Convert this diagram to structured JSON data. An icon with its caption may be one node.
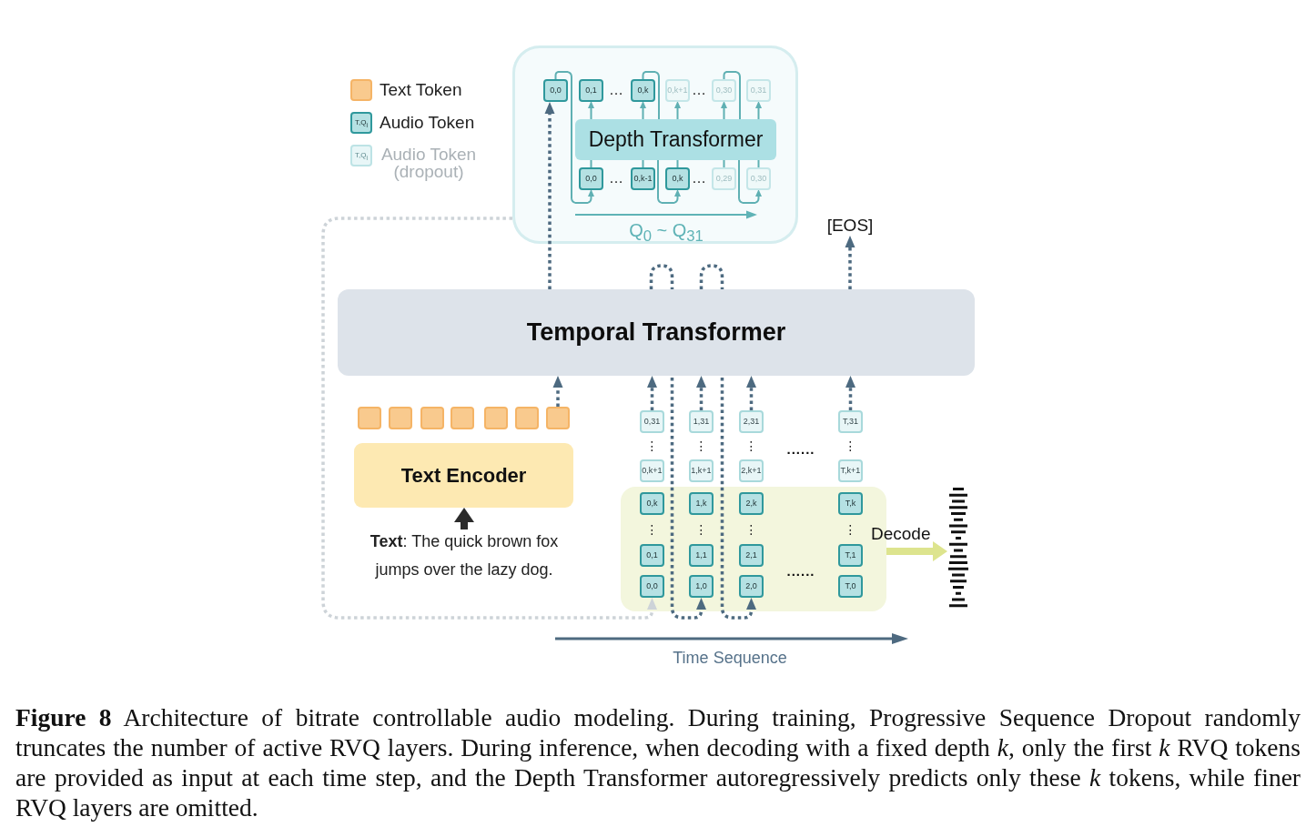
{
  "diagram": {
    "caption": "**Figure 8** Architecture of bitrate controllable audio modeling. During training, Progressive Sequence Dropout randomly truncates the number of active RVQ layers. During inference, when decoding with a fixed depth *k*, only the first *k* RVQ tokens are provided as input at each time step, and the Depth Transformer autoregressively predicts only these *k* tokens, while finer RVQ layers are omitted.",
    "nodes": [
      {
        "text": [],
        "shape": "box"
      },
      {
        "text": [
          "0,0"
        ],
        "in": 0
      },
      {
        "text": [
          "0,1"
        ],
        "in": 0
      },
      {
        "text": [
          "0,k"
        ],
        "in": 0
      },
      {
        "text": [
          "0,k+1"
        ],
        "in": 0
      },
      {
        "text": [
          "0,30"
        ],
        "in": 0
      },
      {
        "text": [
          "0,31"
        ],
        "in": 0
      },
      {
        "text": [
          "Depth Transformer"
        ],
        "in": 0
      },
      {
        "text": [
          "0,0"
        ],
        "in": 0
      },
      {
        "text": [
          "0,k-1"
        ],
        "in": 0
      },
      {
        "text": [
          "0,k"
        ],
        "in": 0
      },
      {
        "text": [
          "0,29"
        ],
        "in": 0
      },
      {
        "text": [
          "0,30"
        ],
        "in": 0
      },
      {
        "text": [
          "[EOS]"
        ]
      },
      {
        "text": [
          "Temporal Transformer"
        ]
      },
      {
        "text": [],
        "shape": "box"
      },
      {
        "text": [],
        "shape": "box"
      },
      {
        "text": [],
        "shape": "box"
      },
      {
        "text": [],
        "shape": "box"
      },
      {
        "text": [],
        "shape": "box"
      },
      {
        "text": [],
        "shape": "box"
      },
      {
        "text": [],
        "shape": "box"
      },
      {
        "text": [
          "0,31"
        ]
      },
      {
        "text": [
          "1,31"
        ]
      },
      {
        "text": [
          "2,31"
        ]
      },
      {
        "text": [
          "T,31"
        ]
      },
      {
        "text": [
          "0,k+1"
        ]
      },
      {
        "text": [
          "1,k+1"
        ]
      },
      {
        "text": [
          "2,k+1"
        ]
      },
      {
        "text": [
          "T,k+1"
        ]
      },
      {
        "text": [
          "Text Encoder"
        ]
      },
      {
        "text": [],
        "shape": "box"
      },
      {
        "text": [
          "0,k"
        ],
        "in": 31
      },
      {
        "text": [
          "1,k"
        ],
        "in": 31
      },
      {
        "text": [
          "2,k"
        ],
        "in": 31
      },
      {
        "text": [
          "T,k"
        ],
        "in": 31
      },
      {
        "text": [
          "0,1"
        ],
        "in": 31
      },
      {
        "text": [
          "1,1"
        ],
        "in": 31
      },
      {
        "text": [
          "2,1"
        ],
        "in": 31
      },
      {
        "text": [
          "T,1"
        ],
        "in": 31
      },
      {
        "text": [
          "0,0"
        ],
        "in": 31
      },
      {
        "text": [
          "1,0"
        ],
        "in": 31
      },
      {
        "text": [
          "2,0"
        ],
        "in": 31
      },
      {
        "text": [
          "T,0"
        ],
        "in": 31
      },
      {
        "text": [
          "**Text**: The quick brown fox jumps over the lazy dog."
        ]
      },
      {
        "text": [],
        "shape": "picture"
      }
    ],
    "edges": [
      {
        "from": 14,
        "to": 1,
        "arrow": "to",
        "style": "dashed"
      },
      {
        "from": 8,
        "to": 7,
        "arrow": "none",
        "color": "#5fb0b3"
      },
      {
        "from": 7,
        "to": 2,
        "arrow": "to",
        "color": "#5fb0b3"
      },
      {
        "from": 9,
        "to": 7,
        "arrow": "none",
        "color": "#5fb0b3"
      },
      {
        "from": 7,
        "to": 3,
        "arrow": "to",
        "color": "#5fb0b3"
      },
      {
        "from": 10,
        "to": 7,
        "arrow": "none",
        "color": "#5fb0b3"
      },
      {
        "from": 7,
        "to": 4,
        "arrow": "to",
        "color": "#5fb0b3"
      },
      {
        "from": 11,
        "to": 7,
        "arrow": "none",
        "color": "#5fb0b3"
      },
      {
        "from": 7,
        "to": 5,
        "arrow": "to",
        "color": "#5fb0b3"
      },
      {
        "from": 12,
        "to": 7,
        "arrow": "none",
        "color": "#5fb0b3"
      },
      {
        "from": 7,
        "to": 6,
        "arrow": "to",
        "color": "#5fb0b3"
      },
      {
        "from": 1,
        "to": 8,
        "arrow": "to",
        "color": "#5fb0b3"
      },
      {
        "from": 3,
        "to": 7,
        "arrow": "none",
        "color": "#5fb0b3"
      },
      {
        "from": 7,
        "to": 10,
        "arrow": "to",
        "color": "#5fb0b3"
      },
      {
        "from": 5,
        "to": 7,
        "arrow": "none",
        "color": "#5fb0b3"
      },
      {
        "from": 7,
        "to": 12,
        "arrow": "to",
        "color": "#5fb0b3"
      },
      {
        "from": 0,
        "to": 40,
        "arrow": "to",
        "style": "dashed",
        "color": "#cdd3d8"
      },
      {
        "from": 14,
        "to": 41,
        "arrow": "to",
        "style": "dashed"
      },
      {
        "from": 14,
        "to": 42,
        "arrow": "to",
        "style": "dashed"
      },
      {
        "from": 14,
        "to": 13,
        "arrow": "to",
        "style": "dashed"
      },
      {
        "from": 22,
        "to": 14,
        "arrow": "to",
        "style": "dashed"
      },
      {
        "from": 23,
        "to": 14,
        "arrow": "to",
        "style": "dashed"
      },
      {
        "from": 24,
        "to": 14,
        "arrow": "to",
        "style": "dashed"
      },
      {
        "from": 25,
        "to": 14,
        "arrow": "to",
        "style": "dashed"
      },
      {
        "from": 21,
        "to": 14,
        "arrow": "to",
        "style": "dashed"
      },
      {
        "from": 44,
        "to": 30,
        "arrow": "to",
        "style": "thick",
        "color": "#2b2b2b"
      },
      {
        "from": 31,
        "to": 45,
        "arrow": "to",
        "label": "Decode",
        "style": "thick",
        "color": "#dde48e"
      }
    ],
    "labels": [
      "T,Q$_{i}$",
      "T,Q$_{i}$",
      "…",
      "…",
      "…",
      "…",
      "Q$_{0}$ ~ Q$_{31}$",
      "⋮",
      "⋮",
      "⋮",
      "⋮",
      "......",
      "⋮",
      "⋮",
      "⋮",
      "⋮",
      "......",
      "Time Sequence"
    ],
    "legend": [
      {
        "text": "Text Token",
        "color": "#f9ca8e"
      },
      {
        "text": "Audio Token",
        "color": "#b5e1e3"
      },
      {
        "text": "Audio Token (dropout)",
        "color": "#e8f6f7"
      }
    ]
  }
}
